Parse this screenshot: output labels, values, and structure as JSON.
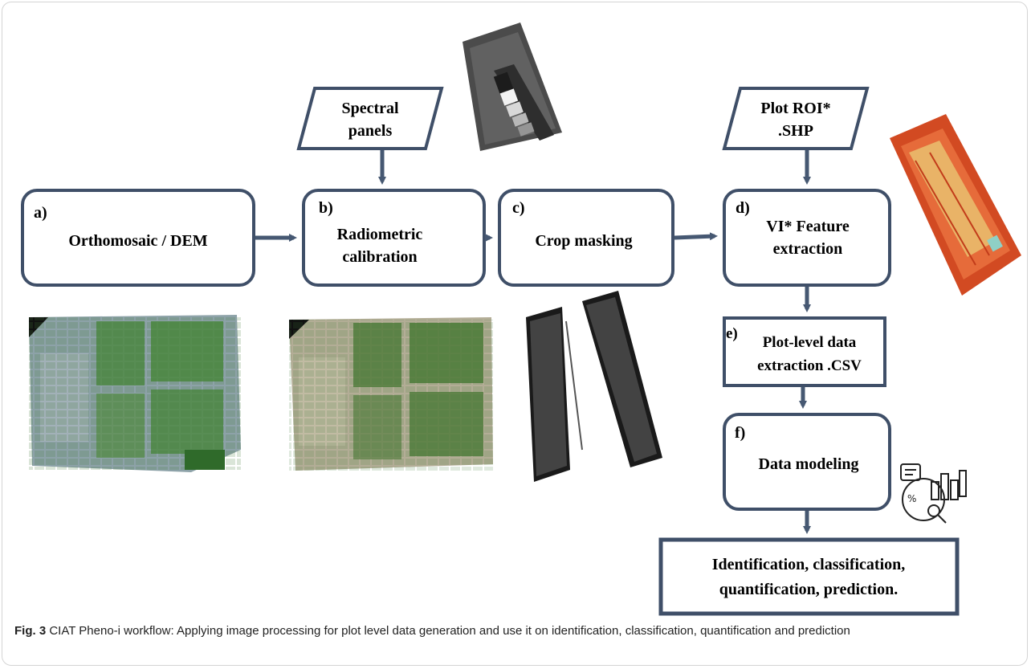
{
  "nodes": {
    "spectral_panels": [
      "Spectral",
      "panels"
    ],
    "plot_roi": [
      "Plot ROI*",
      ".SHP"
    ],
    "a_letter": "a)",
    "a_label": "Orthomosaic / DEM",
    "b_letter": "b)",
    "b_label": [
      "Radiometric",
      "calibration"
    ],
    "c_letter": "c)",
    "c_label": "Crop masking",
    "d_letter": "d)",
    "d_label": [
      "VI* Feature",
      "extraction"
    ],
    "e_letter": "e)",
    "e_label": [
      "Plot-level data",
      "extraction .CSV"
    ],
    "f_letter": "f)",
    "f_label": "Data modeling",
    "final": [
      "Identification, classification,",
      "quantification, prediction."
    ]
  },
  "caption": {
    "label": "Fig. 3",
    "text": "CIAT Pheno-i workflow: Applying image processing for plot level data generation and use it on identification, classification, quantification and prediction"
  },
  "colors": {
    "box_stroke": "#3f4f68",
    "arrow": "#465872",
    "rgb_field": "#4f8a45",
    "ndvi_field": "#d24a22"
  }
}
